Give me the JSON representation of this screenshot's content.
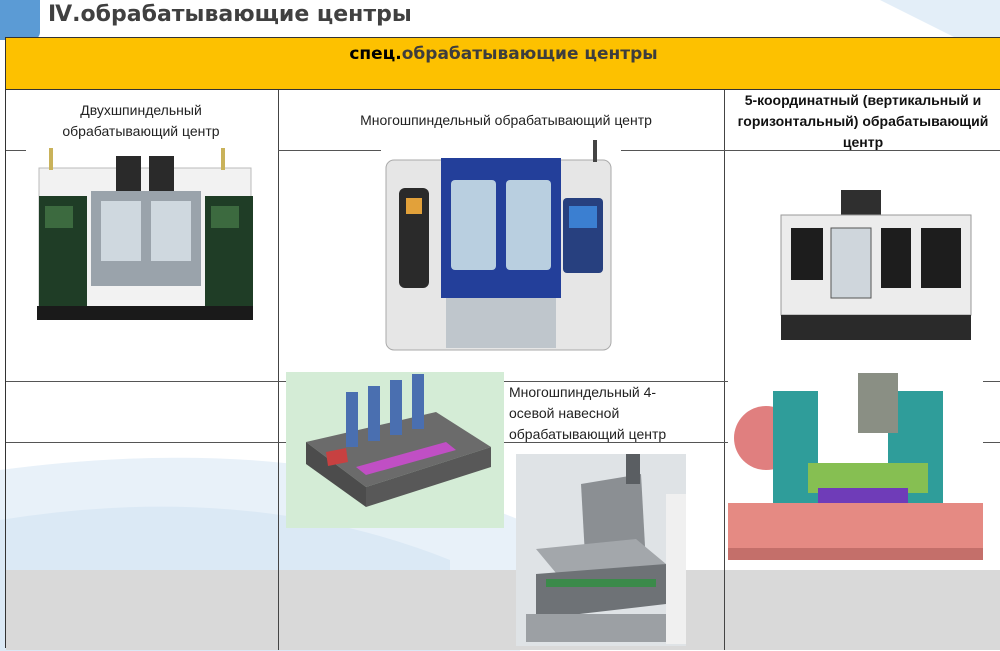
{
  "slide": {
    "title": "Ⅳ.обрабатывающие центры"
  },
  "table": {
    "header_bold": "спец.",
    "header_rest": "обрабатывающие центры",
    "cells": {
      "twin_spindle": "Двухшпиндельный обрабатывающий центр",
      "multi_spindle": "Многошпиндельный обрабатывающий центр",
      "five_axis": "5-координатный (вертикальный и горизонтальный) обрабатывающий центр",
      "multi_spindle_4axis": "Многошпиндельный 4-осевой навесной обрабатывающий центр"
    }
  },
  "colors": {
    "header_fill": "#fdc100",
    "title_accent": "#5b9bd5",
    "bottom_row_fill": "#d9d9d9"
  }
}
